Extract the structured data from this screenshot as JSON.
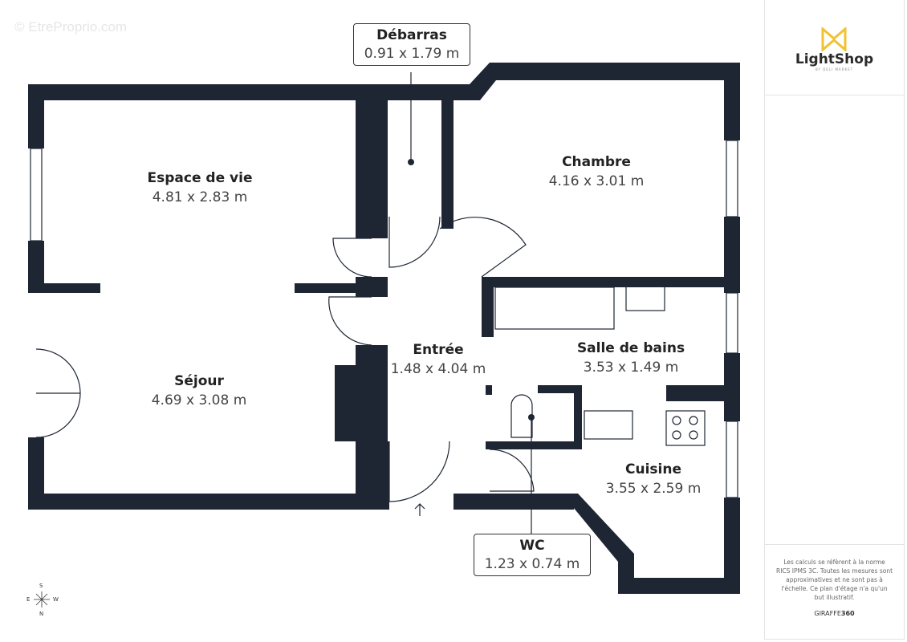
{
  "watermark": "© EtreProprio.com",
  "colors": {
    "wall": "#1e2633",
    "logo_gold": "#f2c230",
    "background": "#ffffff"
  },
  "rooms": [
    {
      "name": "Espace de vie",
      "dims": "4.81 x 2.83 m"
    },
    {
      "name": "Séjour",
      "dims": "4.69 x 3.08 m"
    },
    {
      "name": "Entrée",
      "dims": "1.48 x 4.04 m"
    },
    {
      "name": "Chambre",
      "dims": "4.16 x 3.01 m"
    },
    {
      "name": "Salle de bains",
      "dims": "3.53 x 1.49 m"
    },
    {
      "name": "Cuisine",
      "dims": "3.55 x 2.59 m"
    }
  ],
  "callouts": [
    {
      "name": "Débarras",
      "dims": "0.91 x 1.79 m"
    },
    {
      "name": "WC",
      "dims": "1.23 x 0.74 m"
    }
  ],
  "compass": {
    "n": "N",
    "s": "S",
    "e": "E",
    "w": "W"
  },
  "panel": {
    "logo_name": "LightShop",
    "logo_sub": "BY DELI MARKET",
    "disclaimer": "Les calculs se réfèrent à la norme RICS IPMS 3C. Toutes les mesures sont approximatives et ne sont pas à l'échelle. Ce plan d'étage n'a qu'un but illustratif.",
    "brand_a": "GIRAFFE",
    "brand_b": "360"
  }
}
